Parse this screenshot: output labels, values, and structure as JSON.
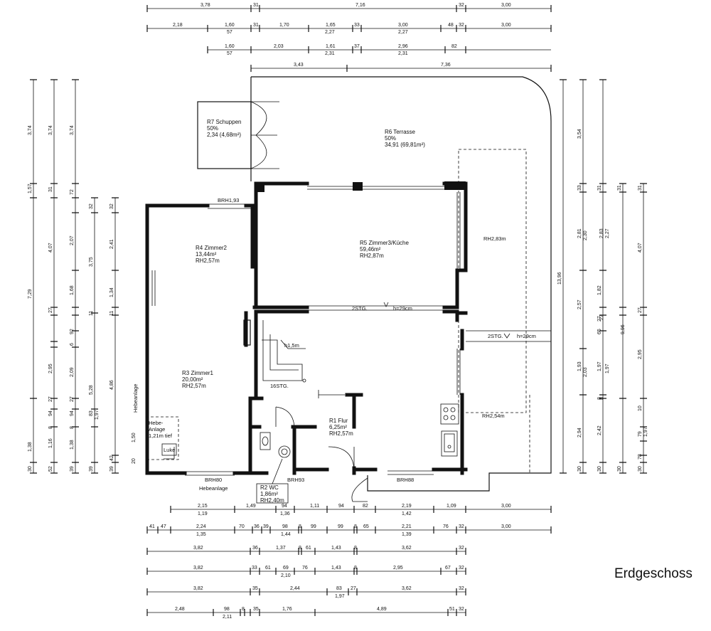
{
  "title": "Erdgeschoss",
  "rooms": {
    "r7": {
      "name": "R7  Schuppen",
      "pct": "50%",
      "area": "2,34  (4,68m²)"
    },
    "r6": {
      "name": "R6  Terrasse",
      "pct": "50%",
      "area": "34,91  (69,81m²)"
    },
    "r4": {
      "name": "R4  Zimmer2",
      "area": "13,44m²",
      "rh": "RH2,57m"
    },
    "r5": {
      "name": "R5  Zimmer3/Küche",
      "area": "59,46m²",
      "rh": "RH2,87m"
    },
    "r3": {
      "name": "R3  Zimmer1",
      "area": "20,00m²",
      "rh": "RH2,57m"
    },
    "r1": {
      "name": "R1  Flur",
      "area": "6,25m²",
      "rh": "RH2,57m"
    },
    "r2": {
      "name": "R2  WC",
      "area": "1,86m²",
      "rh": "RH2,40m"
    }
  },
  "labels": {
    "brh193": "BRH1,93",
    "brh80": "BRH80",
    "brh93": "BRH93",
    "brh88": "BRH88",
    "rh283": "RH2,83m",
    "rh254": "RH2,54m",
    "stg2a": "2STG.",
    "h29a": "h=29cm",
    "stg2b": "2STG.",
    "h29b": "h=29cm",
    "h15": "h1,5m",
    "stg16": "16STG.",
    "hebeanlage_v": "Hebeanlage",
    "hebeanlage_b": "Hebeanlage",
    "hebe1": "Hebe-",
    "hebe2": "Anlage",
    "hebe3": "1,21m  tief",
    "luke": "Luke"
  },
  "dims_top": {
    "row1": [
      "3,78",
      "31",
      "7,16",
      "32",
      "3,00"
    ],
    "row2": [
      "2,18",
      "1,60",
      "57",
      "31",
      "1,70",
      "1,65",
      "2,27",
      "33",
      "3,00",
      "2,27",
      "48",
      "32",
      "3,00"
    ],
    "row3": [
      "1,60",
      "57",
      "2,03",
      "1,61",
      "2,31",
      "37",
      "2,96",
      "2,31",
      "82"
    ],
    "row4": [
      "3,43",
      "7,36"
    ]
  },
  "dims_bottom": {
    "row1": [
      "2,15",
      "1,19",
      "1,49",
      "94",
      "1,36",
      "1,11",
      "94",
      "82",
      "2,19",
      "1,42",
      "1,09",
      "3,00"
    ],
    "row2": [
      "41",
      "47",
      "2,24",
      "1,35",
      "70",
      "36",
      "39",
      "98",
      "1,44",
      "8",
      "99",
      "99",
      "8",
      "65",
      "2,21",
      "1,39",
      "76",
      "32",
      "3,00"
    ],
    "row3": [
      "3,82",
      "36",
      "1,37",
      "8",
      "61",
      "1,43",
      "8",
      "3,62",
      "32"
    ],
    "row4": [
      "3,82",
      "33",
      "61",
      "69",
      "2,10",
      "76",
      "1,43",
      "8",
      "2,95",
      "67",
      "32"
    ],
    "row5": [
      "3,82",
      "35",
      "2,44",
      "83",
      "1,97",
      "27",
      "3,62",
      "32"
    ],
    "row6": [
      "2,48",
      "98",
      "2,11",
      "8",
      "35",
      "1,76",
      "4,89",
      "51",
      "32"
    ]
  },
  "dims_left": {
    "col1": [
      "3,74",
      "1,57",
      "7,29",
      "1,38",
      "30"
    ],
    "col2": [
      "3,74",
      "31",
      "4,07",
      "27",
      "2,95",
      "27",
      "94",
      "8",
      "1,16",
      "52"
    ],
    "col3": [
      "3,74",
      "72",
      "2,07",
      "1,68",
      "92",
      "6",
      "2,09",
      "27",
      "94",
      "8",
      "1,38",
      "39"
    ],
    "col4": [
      "32",
      "3,75",
      "11",
      "5,28",
      "83",
      "1,97",
      "39"
    ],
    "col5": [
      "32",
      "2,41",
      "1,34",
      "11",
      "4,86",
      "42",
      "39"
    ],
    "heb": [
      "1,50",
      "20"
    ]
  },
  "dims_right": {
    "col1": [
      "13,96"
    ],
    "col2": [
      "3,54",
      "33",
      "2,81",
      "2,57",
      "1,93",
      "2,94",
      "30"
    ],
    "col3": [
      "31",
      "2,30",
      "1,82",
      "27",
      "65",
      "1,97",
      "2,03",
      "8",
      "2,42",
      "30"
    ],
    "col4": [
      "31",
      "2,83",
      "2,27",
      "27",
      "1,97",
      "8",
      "30"
    ],
    "col5": [
      "9,96",
      "31",
      "4,07",
      "27",
      "2,95",
      "10",
      "79",
      "1,97",
      "78",
      "30"
    ]
  }
}
